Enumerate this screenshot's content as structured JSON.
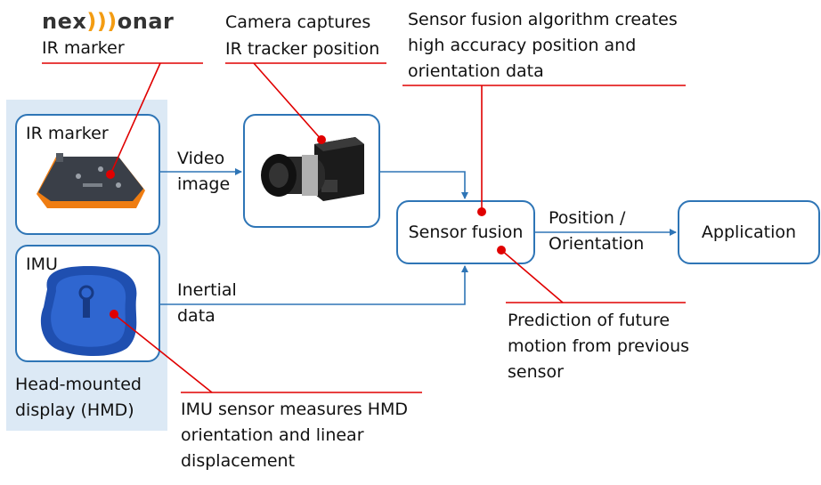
{
  "logo": {
    "part1": "nex",
    "part2": ")))",
    "part3": "onar",
    "accent": "#f39c12"
  },
  "colors": {
    "box_border": "#2e75b6",
    "arrow": "#2e75b6",
    "annotation": "#e00000",
    "panel": "#dce9f5"
  },
  "labels": {
    "logo_caption": "IR marker",
    "camera_caption": [
      "Camera captures",
      "IR tracker position"
    ],
    "fusion_caption": [
      "Sensor fusion algorithm creates",
      "high accuracy position and",
      "orientation data"
    ],
    "prediction_caption": [
      "Prediction of future",
      "motion from previous",
      "sensor"
    ],
    "imu_caption": [
      "IMU sensor measures HMD",
      "orientation and linear",
      "displacement"
    ],
    "hmd_caption": [
      "Head-mounted",
      "display (HMD)"
    ]
  },
  "nodes": {
    "ir_marker": "IR marker",
    "imu": "IMU",
    "sensor_fusion": "Sensor fusion",
    "application": "Application"
  },
  "edges": {
    "video_image": [
      "Video",
      "image"
    ],
    "inertial_data": [
      "Inertial",
      "data"
    ],
    "position_orientation": [
      "Position /",
      "Orientation"
    ]
  },
  "icons": {
    "ir_marker": "ir-marker-device-icon",
    "camera": "camera-icon",
    "imu": "imu-device-icon"
  }
}
